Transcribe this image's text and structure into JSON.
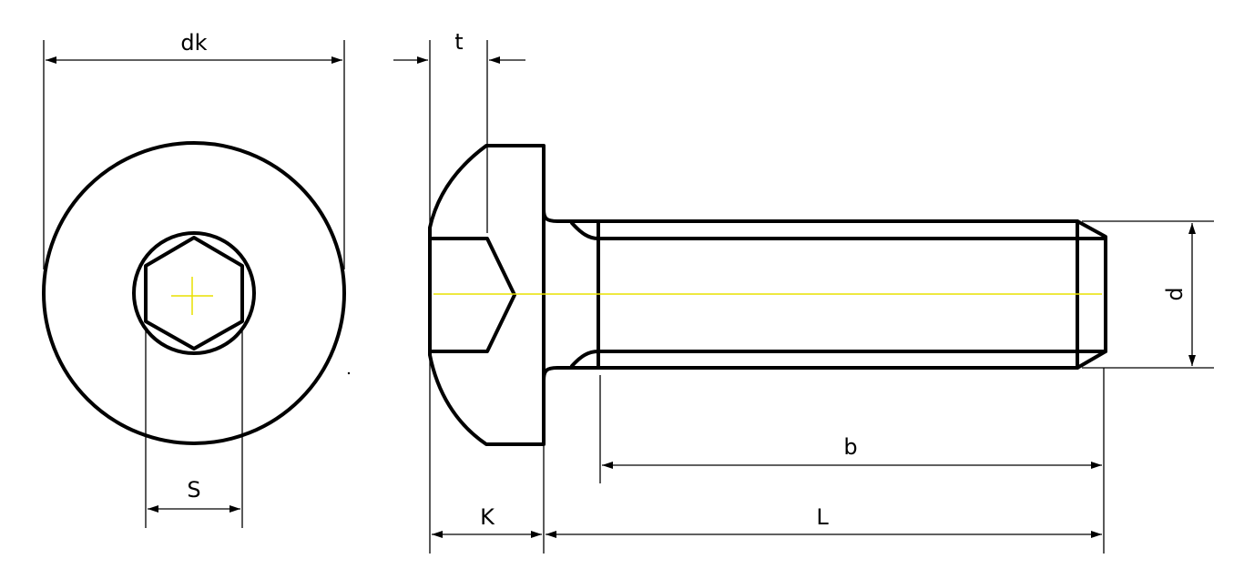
{
  "drawing": {
    "dimensions": {
      "head_diameter": "dk",
      "socket_depth": "t",
      "socket_size": "S",
      "head_height": "K",
      "length": "L",
      "thread_length": "b",
      "thread_diameter": "d"
    },
    "colors": {
      "outline": "#000000",
      "centerline": "#e8e000",
      "background": "#ffffff"
    }
  }
}
